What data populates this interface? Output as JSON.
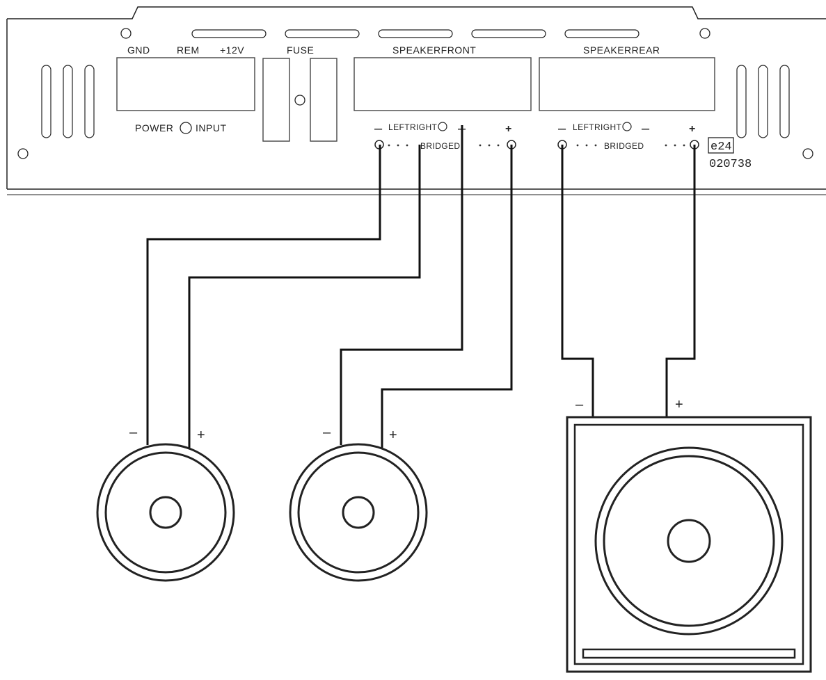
{
  "amplifier": {
    "power_labels": {
      "gnd": "GND",
      "rem": "REM",
      "plus12v": "+12V"
    },
    "fuse_label": "FUSE",
    "power_input": {
      "left": "POWER",
      "right": "INPUT"
    },
    "speaker_front": {
      "label": "SPEAKERFRONT",
      "left_right": "LEFTRIGHT",
      "bridged": "BRIDGED",
      "sign_minus": "–",
      "sign_plus": "+"
    },
    "speaker_rear": {
      "label": "SPEAKERREAR",
      "left_right": "LEFTRIGHT",
      "bridged": "BRIDGED",
      "sign_minus": "–",
      "sign_plus": "+"
    },
    "code_box": "e24",
    "code_number": "020738"
  },
  "speakers": {
    "left": {
      "minus": "–",
      "plus": "+"
    },
    "right": {
      "minus": "–",
      "plus": "+"
    },
    "sub": {
      "minus": "–",
      "plus": "+"
    }
  }
}
